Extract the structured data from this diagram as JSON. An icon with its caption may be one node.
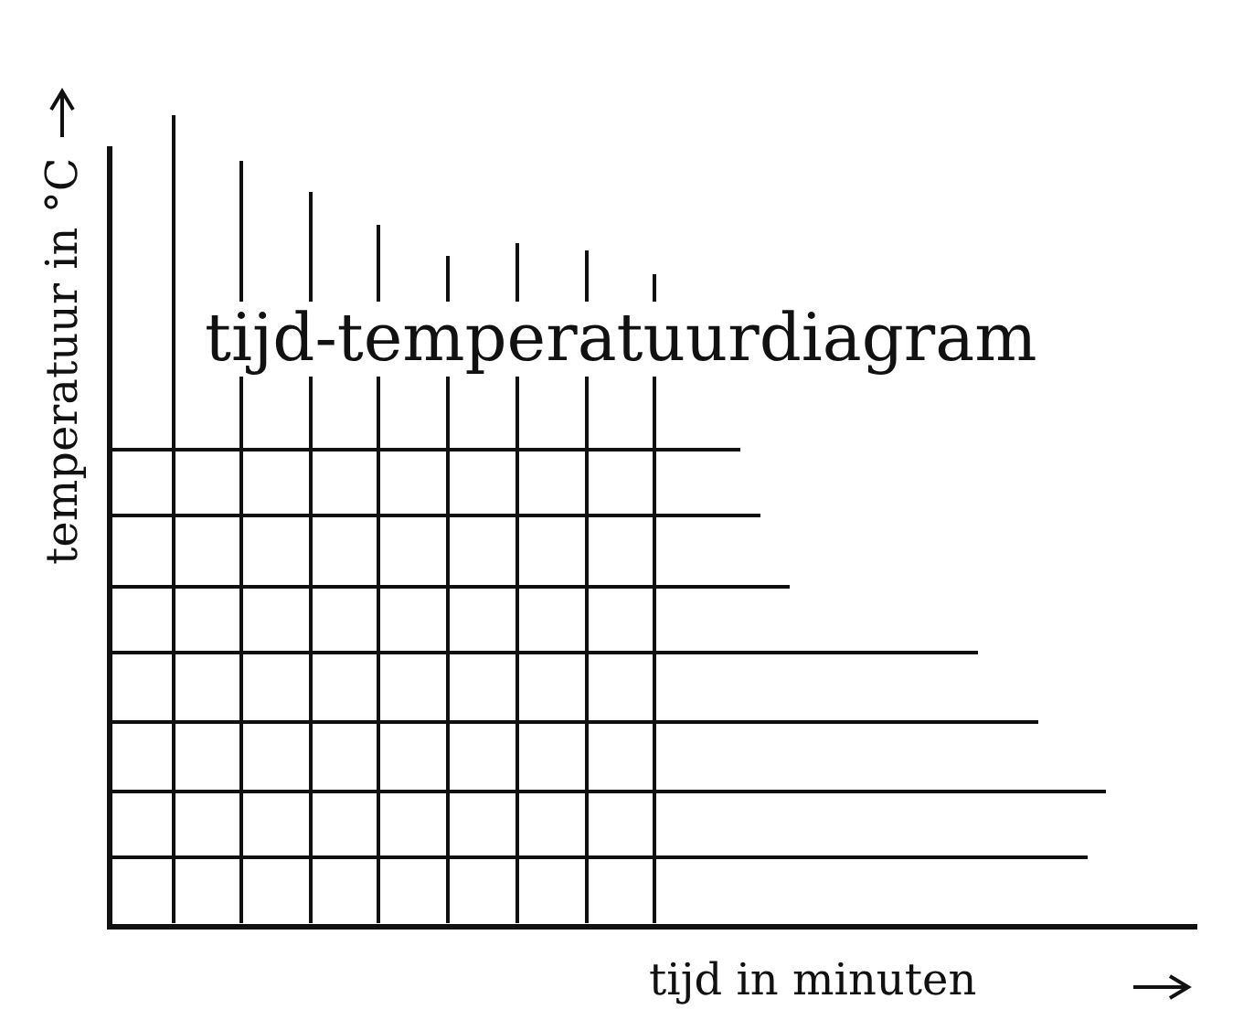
{
  "diagram": {
    "title": "tijd-temperatuurdiagram",
    "labels": [
      "temperatuur in °C",
      "tijd in minuten"
    ]
  }
}
